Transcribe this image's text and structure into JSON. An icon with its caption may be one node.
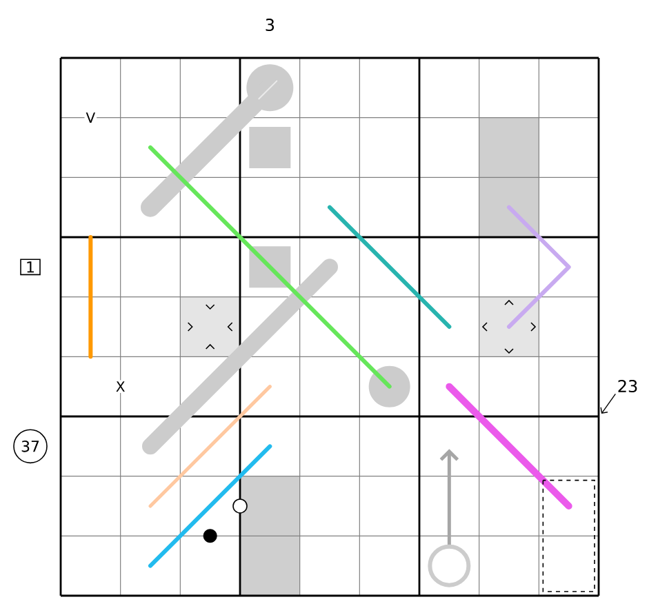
{
  "diagram": {
    "nodes": [
      {
        "text": [
          "1"
        ]
      },
      {
        "text": [
          "37"
        ]
      },
      {
        "text": [
          "23"
        ]
      }
    ],
    "labels": [
      "3",
      "V",
      "X"
    ]
  }
}
